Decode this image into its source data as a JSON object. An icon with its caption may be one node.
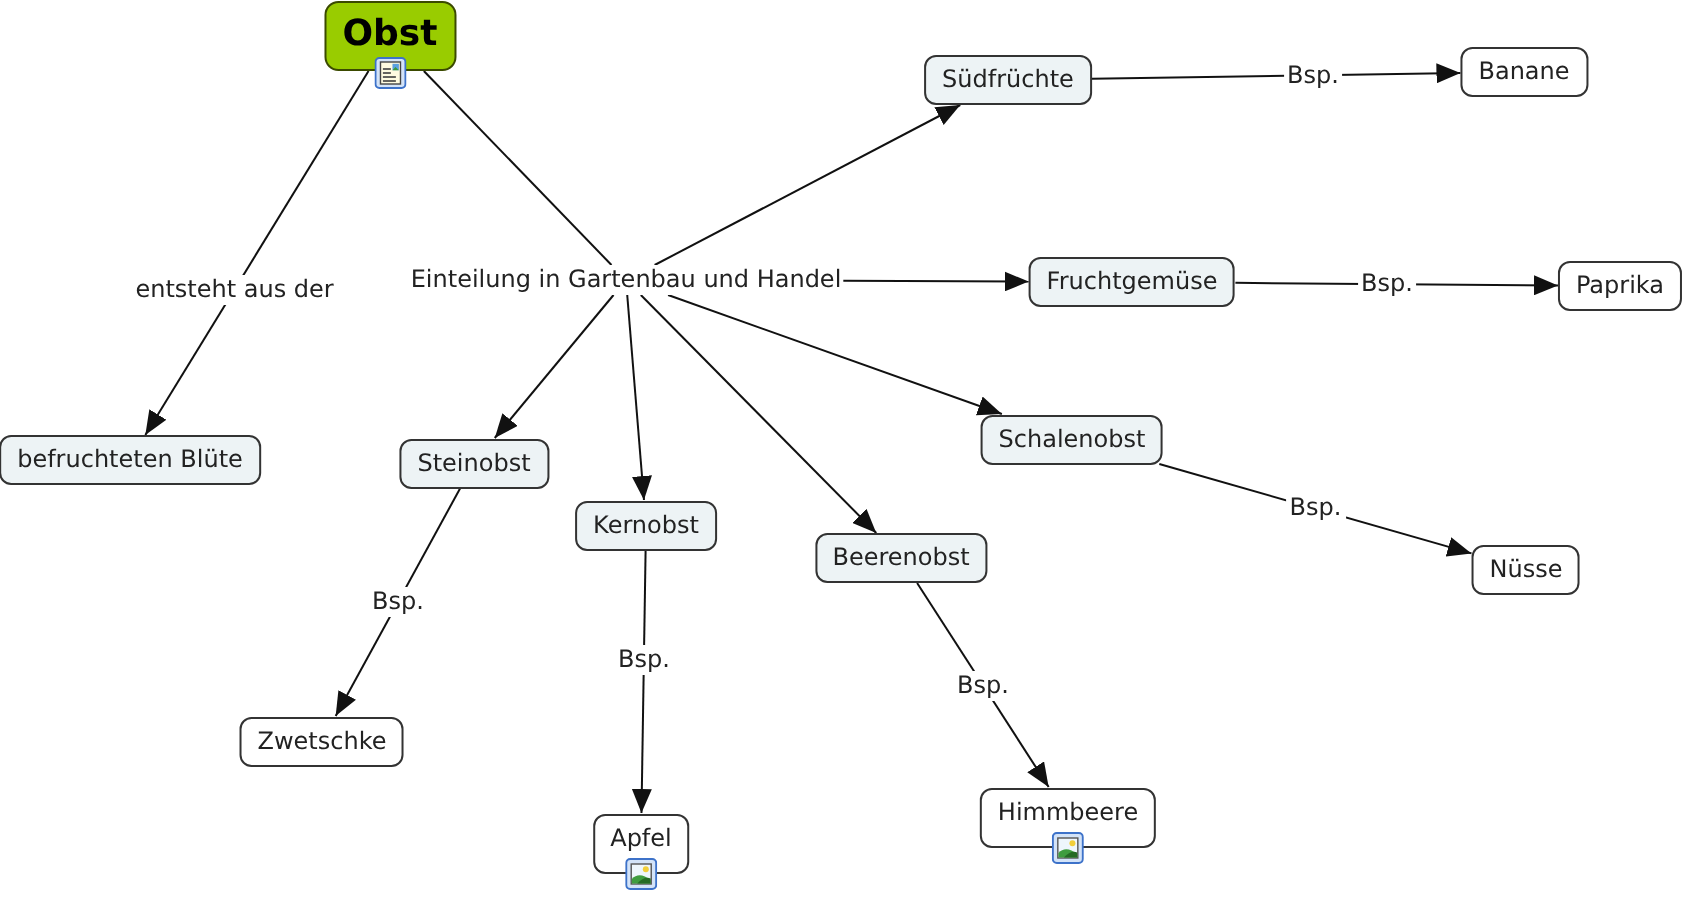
{
  "diagram": {
    "nodes": [
      {
        "text": [
          "Obst"
        ]
      },
      {
        "text": [
          "Südfrüchte"
        ]
      },
      {
        "text": [
          "Banane"
        ]
      },
      {
        "text": [
          "Einteilung in Gartenbau und Handel"
        ]
      },
      {
        "text": [
          "Fruchtgemüse"
        ]
      },
      {
        "text": [
          "Paprika"
        ]
      },
      {
        "text": [
          "befruchteten Blüte"
        ]
      },
      {
        "text": [
          "Steinobst"
        ]
      },
      {
        "text": [
          "Schalenobst"
        ]
      },
      {
        "text": [
          "Kernobst"
        ]
      },
      {
        "text": [
          "Beerenobst"
        ]
      },
      {
        "text": [
          "Nüsse"
        ]
      },
      {
        "text": [
          "Zwetschke"
        ]
      },
      {
        "text": [
          "Himmbeere"
        ]
      },
      {
        "text": [
          "Apfel"
        ]
      }
    ],
    "edges": [
      {
        "from": 0,
        "to": 6,
        "arrow": "to",
        "label": "entsteht aus der"
      },
      {
        "from": 0,
        "to": 3,
        "arrow": "none"
      },
      {
        "from": 3,
        "to": 1,
        "arrow": "to"
      },
      {
        "from": 3,
        "to": 4,
        "arrow": "to"
      },
      {
        "from": 3,
        "to": 7,
        "arrow": "to"
      },
      {
        "from": 3,
        "to": 9,
        "arrow": "to"
      },
      {
        "from": 3,
        "to": 10,
        "arrow": "to"
      },
      {
        "from": 3,
        "to": 8,
        "arrow": "to"
      },
      {
        "from": 1,
        "to": 2,
        "arrow": "to",
        "label": "Bsp."
      },
      {
        "from": 4,
        "to": 5,
        "arrow": "to",
        "label": "Bsp."
      },
      {
        "from": 8,
        "to": 11,
        "arrow": "to",
        "label": "Bsp."
      },
      {
        "from": 7,
        "to": 12,
        "arrow": "to",
        "label": "Bsp."
      },
      {
        "from": 9,
        "to": 14,
        "arrow": "to",
        "label": "Bsp."
      },
      {
        "from": 10,
        "to": 13,
        "arrow": "to",
        "label": "Bsp."
      }
    ]
  }
}
